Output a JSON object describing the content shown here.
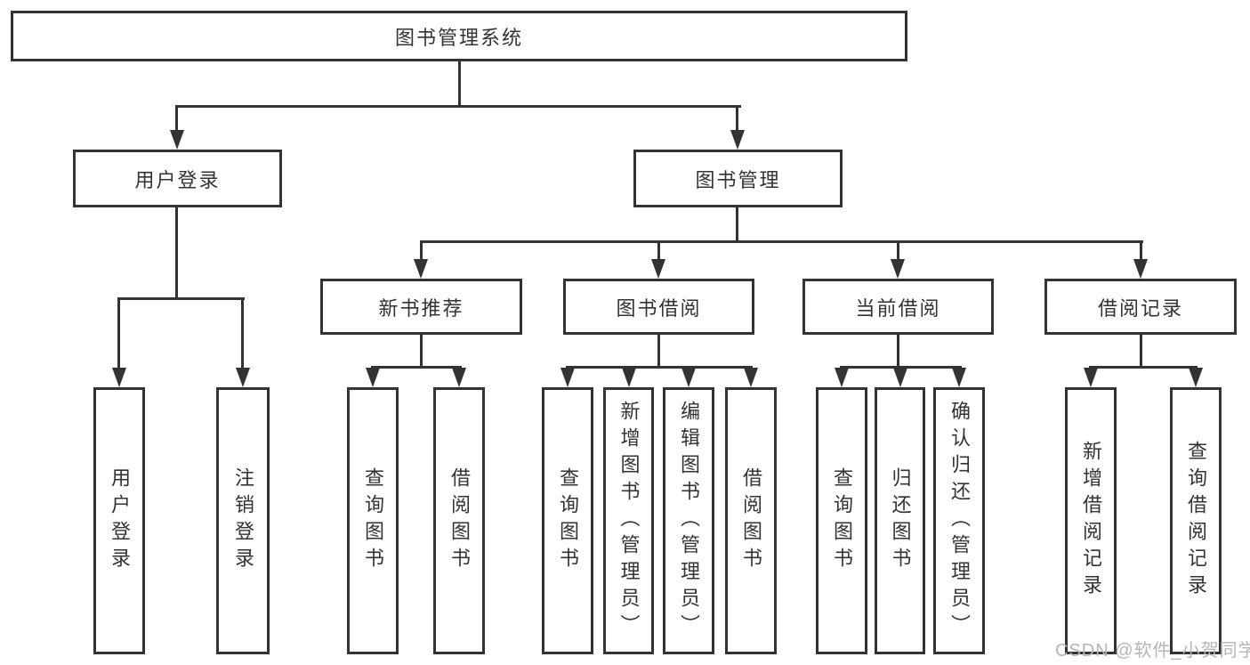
{
  "diagram": {
    "type": "hierarchy-tree",
    "root": {
      "label": "图书管理系统",
      "children": [
        {
          "label": "用户登录",
          "children": [
            {
              "label": "用户登录"
            },
            {
              "label": "注销登录"
            }
          ]
        },
        {
          "label": "图书管理",
          "children": [
            {
              "label": "新书推荐",
              "children": [
                {
                  "label": "查询图书"
                },
                {
                  "label": "借阅图书"
                }
              ]
            },
            {
              "label": "图书借阅",
              "children": [
                {
                  "label": "查询图书"
                },
                {
                  "label": "新增图书（管理员）"
                },
                {
                  "label": "编辑图书（管理员）"
                },
                {
                  "label": "借阅图书"
                }
              ]
            },
            {
              "label": "当前借阅",
              "children": [
                {
                  "label": "查询图书"
                },
                {
                  "label": "归还图书"
                },
                {
                  "label": "确认归还（管理员）"
                }
              ]
            },
            {
              "label": "借阅记录",
              "children": [
                {
                  "label": "新增借阅记录"
                },
                {
                  "label": "查询借阅记录"
                }
              ]
            }
          ]
        }
      ]
    }
  },
  "watermark": {
    "text": "CSDN @软件_小贺同学",
    "color": "#b5b5b5"
  },
  "colors": {
    "line": "#333333",
    "text": "#333333",
    "background": "#ffffff"
  }
}
